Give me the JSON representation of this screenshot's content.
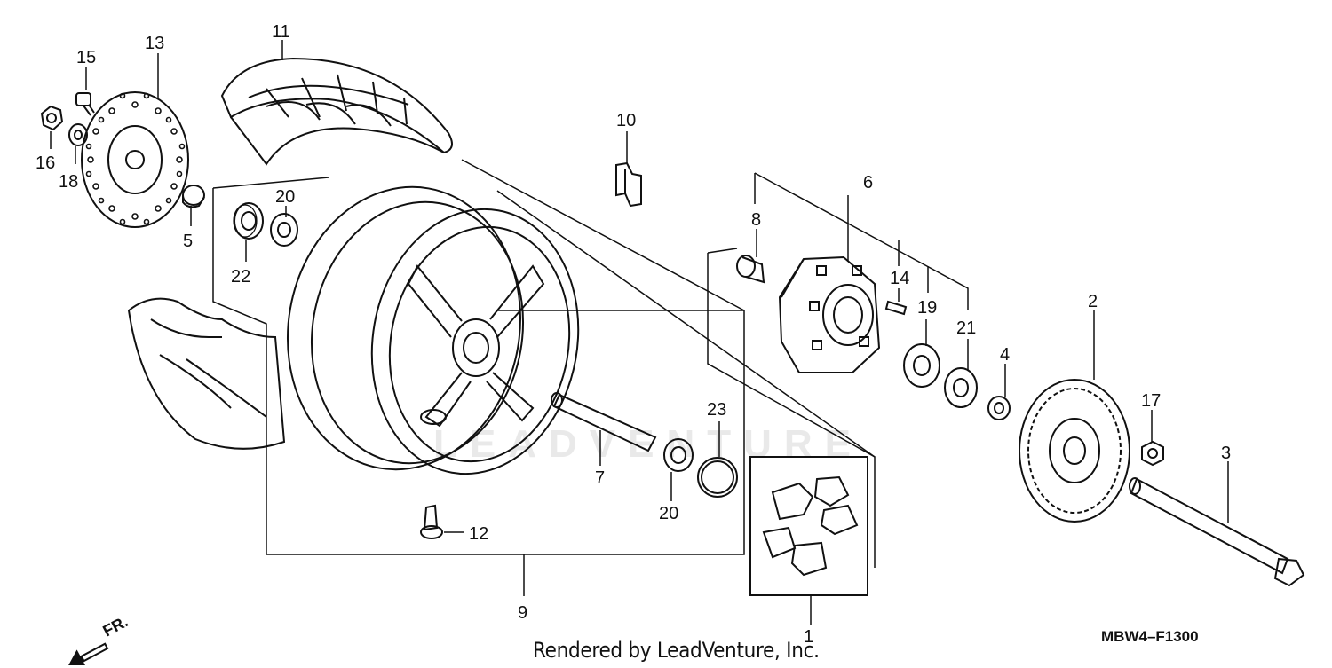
{
  "diagram": {
    "callouts": [
      {
        "id": "1",
        "text": "1"
      },
      {
        "id": "2",
        "text": "2"
      },
      {
        "id": "3",
        "text": "3"
      },
      {
        "id": "4",
        "text": "4"
      },
      {
        "id": "5",
        "text": "5"
      },
      {
        "id": "6",
        "text": "6"
      },
      {
        "id": "7",
        "text": "7"
      },
      {
        "id": "8",
        "text": "8"
      },
      {
        "id": "9",
        "text": "9"
      },
      {
        "id": "10",
        "text": "10"
      },
      {
        "id": "11",
        "text": "11"
      },
      {
        "id": "12",
        "text": "12"
      },
      {
        "id": "13",
        "text": "13"
      },
      {
        "id": "14",
        "text": "14"
      },
      {
        "id": "15",
        "text": "15"
      },
      {
        "id": "16",
        "text": "16"
      },
      {
        "id": "17",
        "text": "17"
      },
      {
        "id": "18",
        "text": "18"
      },
      {
        "id": "19",
        "text": "19"
      },
      {
        "id": "20a",
        "text": "20"
      },
      {
        "id": "20b",
        "text": "20"
      },
      {
        "id": "21",
        "text": "21"
      },
      {
        "id": "22",
        "text": "22"
      },
      {
        "id": "23",
        "text": "23"
      }
    ],
    "direction_label": "FR.",
    "diagram_code": "MBW4–F1300",
    "footer": "Rendered by LeadVenture, Inc.",
    "watermark": "LEADVENTURE"
  }
}
